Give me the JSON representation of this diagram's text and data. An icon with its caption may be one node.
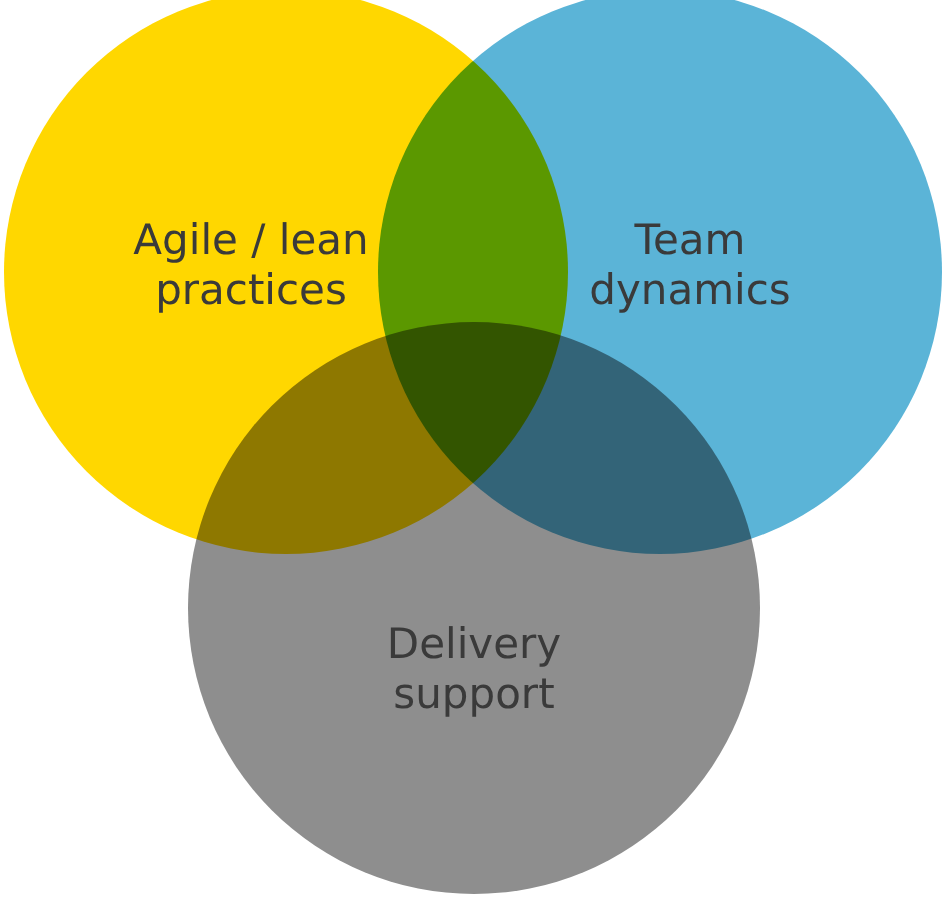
{
  "diagram": {
    "nodes": [
      {
        "text": [
          "Agile / lean practices"
        ]
      },
      {
        "text": [
          "Team dynamics"
        ]
      },
      {
        "text": [
          "Delivery support"
        ]
      }
    ]
  }
}
